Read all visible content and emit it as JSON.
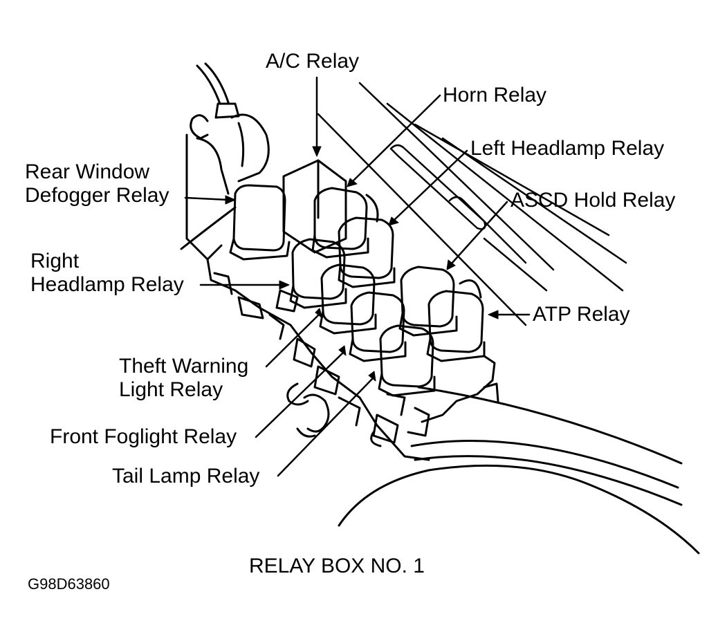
{
  "diagram": {
    "caption": "RELAY BOX NO. 1",
    "figure_code": "G98D63860",
    "labels": {
      "ac_relay": "A/C Relay",
      "horn_relay": "Horn Relay",
      "left_headlamp_relay": "Left Headlamp Relay",
      "rear_window_defogger_relay_line1": "Rear Window",
      "rear_window_defogger_relay_line2": "Defogger Relay",
      "ascd_hold_relay": "ASCD Hold Relay",
      "right_headlamp_relay_line1": "Right",
      "right_headlamp_relay_line2": "Headlamp Relay",
      "atp_relay": "ATP Relay",
      "theft_warning_light_relay_line1": "Theft Warning",
      "theft_warning_light_relay_line2": "Light Relay",
      "front_foglight_relay": "Front Foglight Relay",
      "tail_lamp_relay": "Tail Lamp Relay"
    },
    "colors": {
      "ink": "#000000",
      "paper": "#ffffff"
    }
  }
}
